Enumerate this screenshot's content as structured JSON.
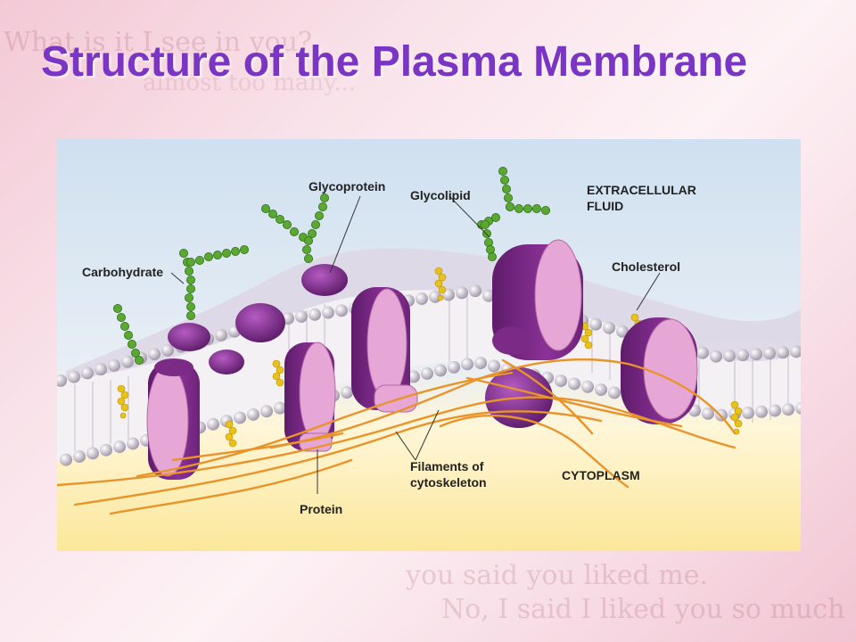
{
  "slide": {
    "title": "Structure of the Plasma Membrane"
  },
  "background_text": [
    "What is it I see in you?",
    "almost too many...",
    "you said you liked me.",
    "No, I said I liked you so much"
  ],
  "diagram": {
    "labels": {
      "glycoprotein": "Glycoprotein",
      "glycolipid": "Glycolipid",
      "extracellular_1": "EXTRACELLULAR",
      "extracellular_2": "FLUID",
      "carbohydrate": "Carbohydrate",
      "cholesterol": "Cholesterol",
      "filaments_1": "Filaments of",
      "filaments_2": "cytoskeleton",
      "cytoplasm": "CYTOPLASM",
      "protein": "Protein"
    }
  },
  "colors": {
    "title": "#7a35c4",
    "protein_purple": "#7b2a86",
    "protein_pink": "#e6a6d6",
    "phospholipid_head": "#c9c2cf",
    "cholesterol": "#e8c21a",
    "carbohydrate": "#5aa832",
    "cytoskeleton": "#e8942a"
  }
}
